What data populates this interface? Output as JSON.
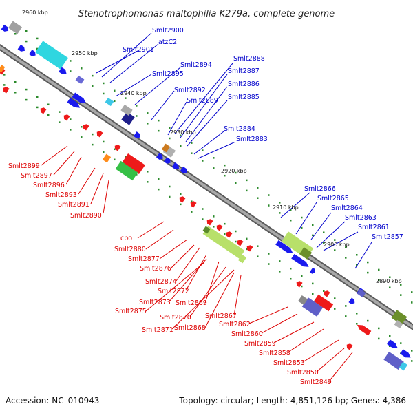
{
  "title": "Stenotrophomonas maltophilia K279a, complete genome",
  "footer": {
    "accession": "Accession: NC_010943",
    "stats": "Topology: circular; Length: 4,851,126 bp; Genes: 4,386"
  },
  "colors": {
    "forward_label": "#0000cc",
    "reverse_label": "#dd0000",
    "dot": "#228b22",
    "backbone": "#8a8a8a"
  },
  "kbp_labels": [
    "2960 kbp",
    "2950 kbp",
    "2940 kbp",
    "2930 kbp",
    "2920 kbp",
    "2910 kbp",
    "2900 kbp",
    "2890 kbp"
  ],
  "forward_labels": [
    "Smlt2900",
    "atzC2",
    "Smlt2901",
    "Smlt2894",
    "Smlt2895",
    "Smlt2892",
    "Smlt2888",
    "Smlt2887",
    "Smlt2886",
    "Smlt2889",
    "Smlt2885",
    "Smlt2884",
    "Smlt2883",
    "Smlt2866",
    "Smlt2865",
    "Smlt2864",
    "Smlt2863",
    "Smlt2861",
    "Smlt2857"
  ],
  "reverse_labels": [
    "Smlt2899",
    "Smlt2897",
    "Smlt2896",
    "Smlt2893",
    "Smlt2891",
    "Smlt2890",
    "cpo",
    "Smlt2880",
    "Smlt2877",
    "Smlt2876",
    "Smlt2874",
    "Smlt2872",
    "Smlt2873",
    "Smlt2875",
    "Smlt2869",
    "Smlt2870",
    "Smlt2871",
    "Smlt2868",
    "Smlt2867",
    "Smlt2862",
    "Smlt2860",
    "Smlt2859",
    "Smlt2858",
    "Smlt2853",
    "Smlt2850",
    "Smlt2849"
  ]
}
